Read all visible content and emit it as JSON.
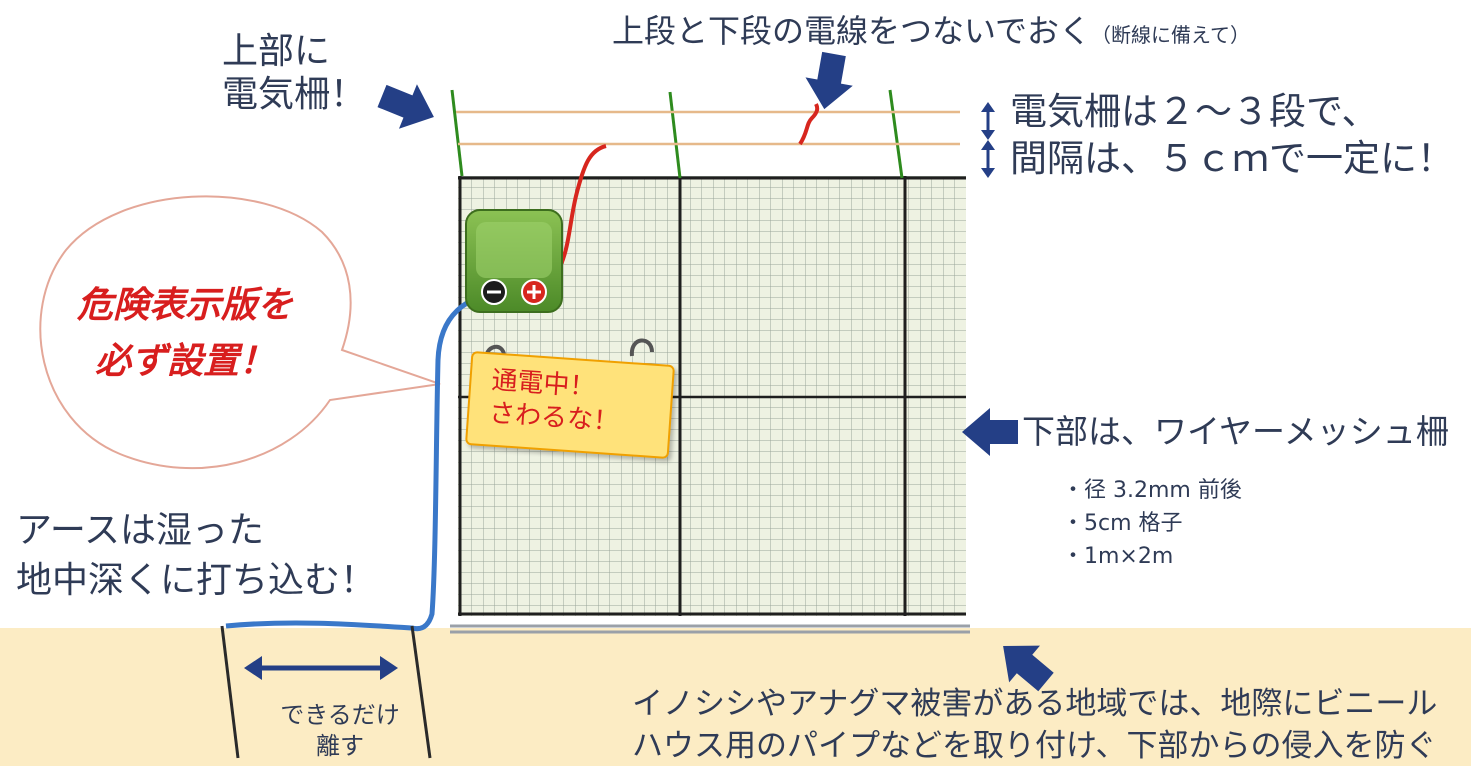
{
  "labels": {
    "upper_fence": [
      "上部に",
      "電気柵！"
    ],
    "connect_wires": "上段と下段の電線をつないでおく",
    "connect_wires_note": "（断線に備えて）",
    "spacing_line1": "電気柵は２～３段で、",
    "spacing_line2": "間隔は、５ｃｍで一定に！",
    "warning_bubble": [
      "危険表示版を",
      "必ず設置！"
    ],
    "sign": [
      "通電中！",
      "さわるな！"
    ],
    "lower_fence": "下部は、ワイヤーメッシュ柵",
    "mesh_specs": [
      "・径 3.2mm 前後",
      "・5cm 格子",
      "・1m×2m"
    ],
    "earth": [
      "アースは湿った",
      "地中深くに打ち込む！"
    ],
    "keep_apart": [
      "できるだけ",
      "離す"
    ],
    "pipe_note": [
      "イノシシやアナグマ被害がある地域では、地際にビニール",
      "ハウス用のパイプなどを取り付け、下部からの侵入を防ぐ"
    ]
  },
  "colors": {
    "text": "#2f3b56",
    "arrow": "#243f86",
    "warning_text": "#d81e1e",
    "electric_wire": "#e6b98a",
    "post": "#2e8b1e",
    "red_lead": "#d7261e",
    "earth_lead": "#3a78c9",
    "mesh_fill": "#eef2e2",
    "mesh_grid": "#9aa59a",
    "ground": "#fcecc4",
    "energizer": "#6aa83a",
    "sign_fill": "#ffe27a"
  },
  "icons": [
    "arrow-icon",
    "double-arrow-icon",
    "minus-terminal-icon",
    "plus-terminal-icon"
  ]
}
